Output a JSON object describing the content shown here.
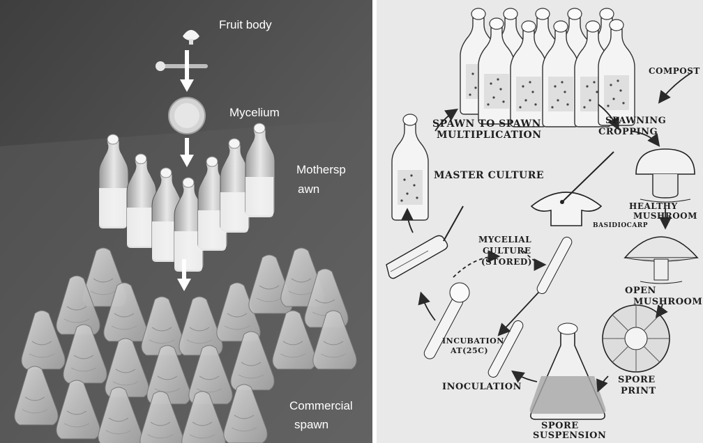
{
  "left_photo": {
    "labels": {
      "fruit_body": "Fruit body",
      "mycelium": "Mycelium",
      "mother_spawn_line1": "Mothersp",
      "mother_spawn_line2": "awn",
      "commercial_line1": "Commercial",
      "commercial_line2": "spawn"
    }
  },
  "right_sketch": {
    "labels": {
      "compost": "COMPOST",
      "spawn_to_spawn_line1": "SPAWN  TO  SPAWN",
      "spawn_to_spawn_line2": "MULTIPLICATION",
      "spawning_line1": "SPAWNING",
      "spawning_line2": "CROPPING",
      "master_culture": "MASTER CULTURE",
      "healthy_line1": "HEALTHY",
      "healthy_line2": "MUSHROOM",
      "basidiocarp": "BASIDIOCARP",
      "mycelial_line1": "MYCELIAL",
      "mycelial_line2": "CULTURE",
      "mycelial_line3": "(STORED)",
      "open_line1": "OPEN",
      "open_line2": "MUSHROOM",
      "incubation_line1": "INCUBATION",
      "incubation_line2": "AT(25C)",
      "spore_print_line1": "SPORE",
      "spore_print_line2": "PRINT",
      "inoculation": "INOCULATION",
      "spore_susp_line1": "SPORE",
      "spore_susp_line2": "SUSPENSION"
    }
  }
}
